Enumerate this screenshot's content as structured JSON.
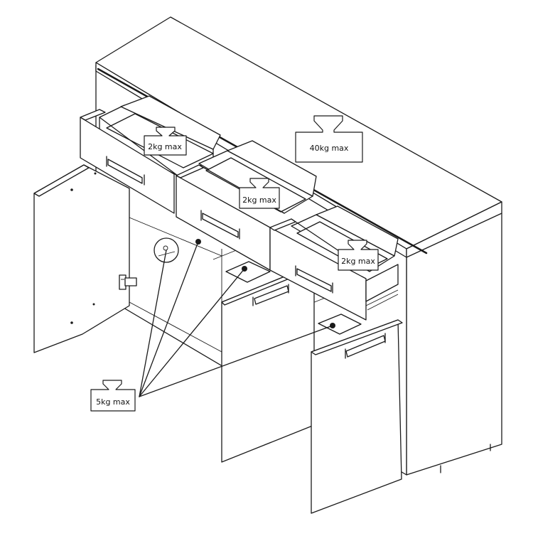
{
  "labels": {
    "top_load": "40kg max",
    "drawer_left_load": "2kg max",
    "drawer_middle_load": "2kg max",
    "drawer_right_load": "2kg max",
    "shelf_load": "5kg max"
  },
  "icons": {
    "weight": "weight-icon"
  }
}
